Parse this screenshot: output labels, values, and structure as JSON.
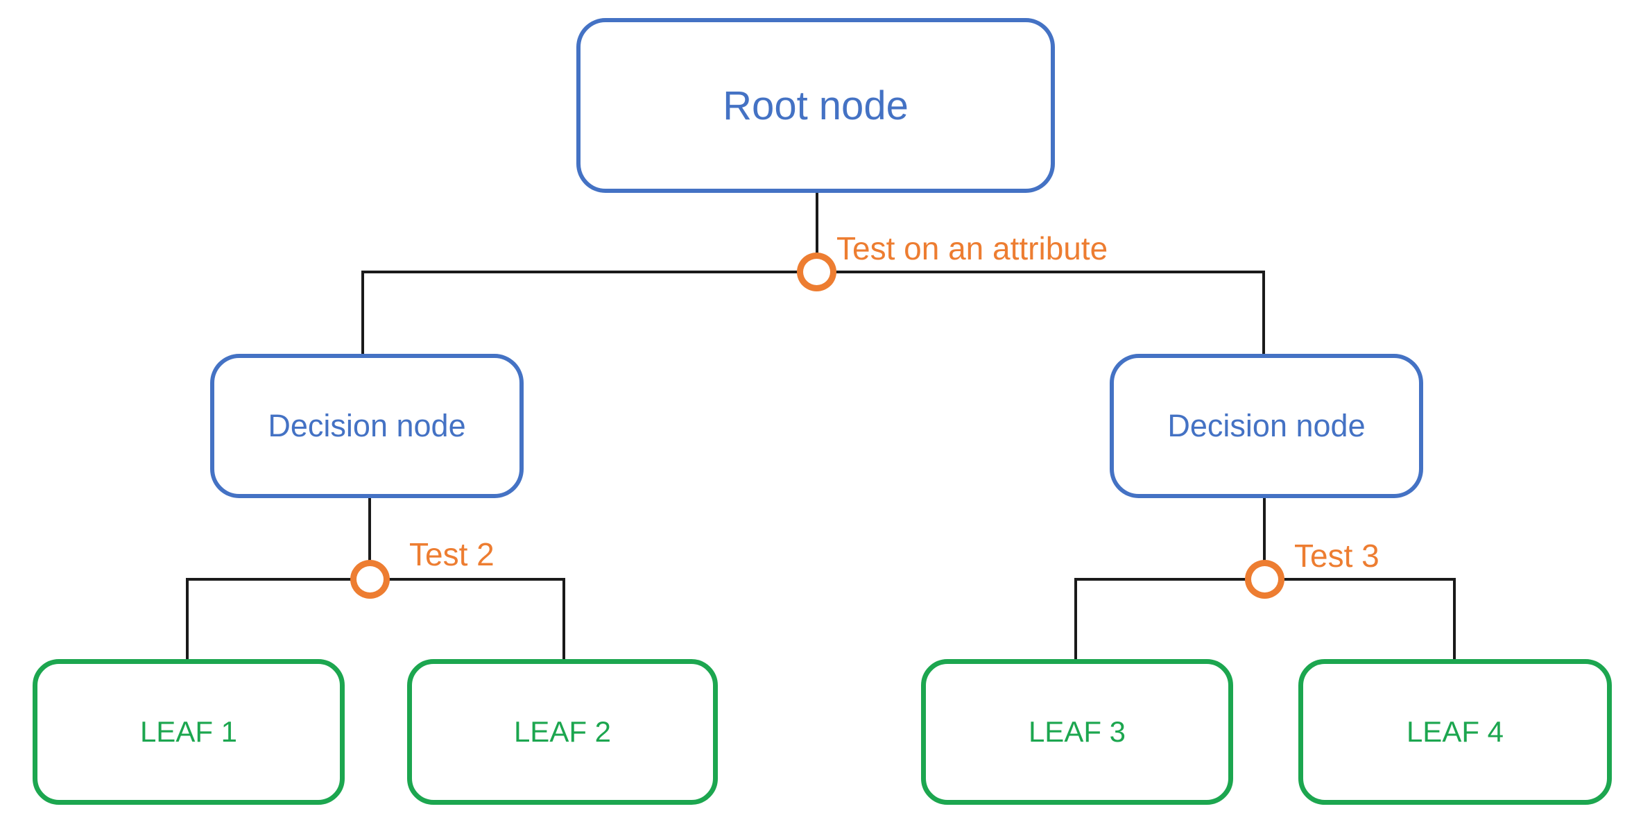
{
  "diagram": {
    "root": {
      "label": "Root node"
    },
    "branch_labels": {
      "root_test": "Test on an attribute",
      "left_test": "Test 2",
      "right_test": "Test 3"
    },
    "decisions": [
      {
        "label": "Decision node"
      },
      {
        "label": "Decision node"
      }
    ],
    "leaves": [
      {
        "label": "LEAF 1"
      },
      {
        "label": "LEAF 2"
      },
      {
        "label": "LEAF 3"
      },
      {
        "label": "LEAF 4"
      }
    ]
  },
  "colors": {
    "node_blue": "#4472C4",
    "leaf_green": "#1CA64F",
    "connector_orange": "#ED7D31",
    "line_black": "#1a1a1a",
    "background": "#FFFFFF"
  }
}
